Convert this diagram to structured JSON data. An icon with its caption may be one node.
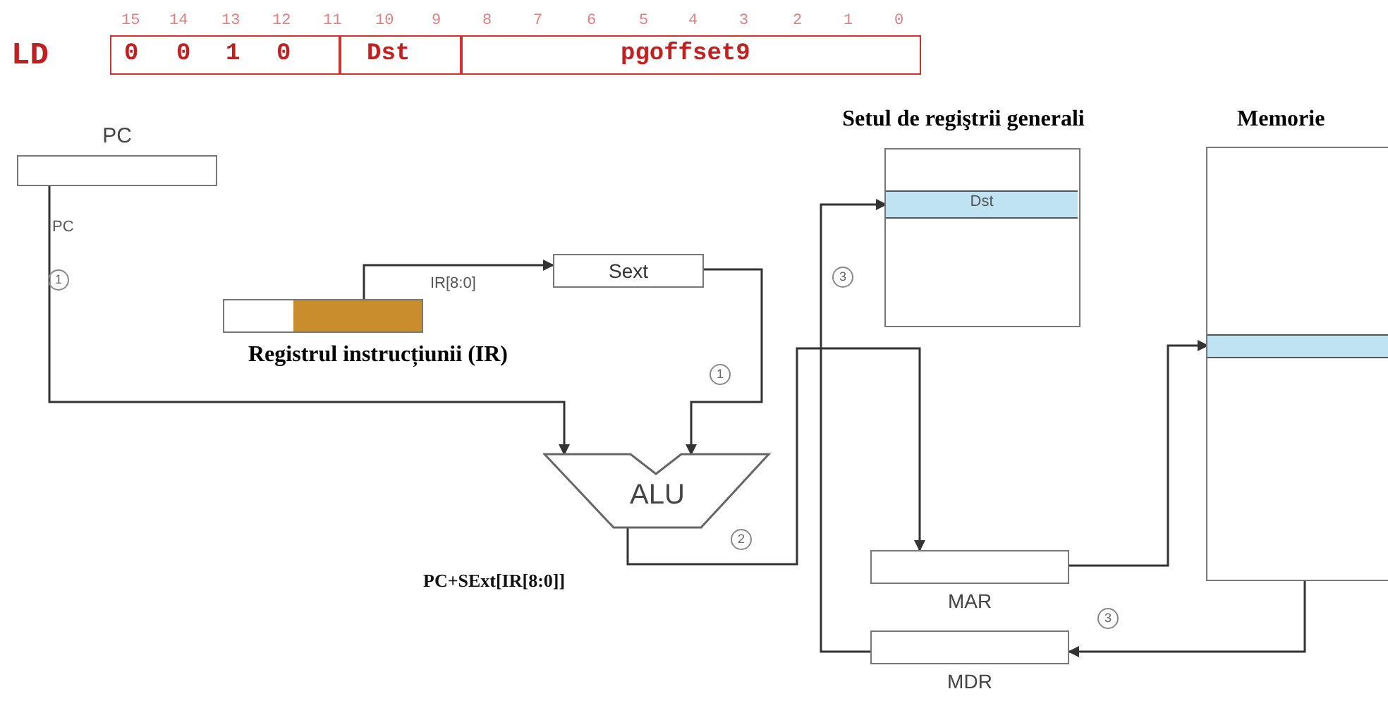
{
  "diagram": {
    "nodes": [
      {
        "text": [
          "PC"
        ]
      },
      {
        "text": [
          "Registrul instrucțiunii (IR)"
        ]
      },
      {
        "text": [
          "Sext"
        ]
      },
      {
        "text": [
          "ALU"
        ]
      },
      {
        "text": [
          "Setul de regiştrii generali"
        ]
      },
      {
        "text": [
          "Dst"
        ],
        "in": 4
      },
      {
        "text": [
          "Memorie"
        ]
      },
      {
        "text": [],
        "shape": "bar",
        "in": 6
      },
      {
        "text": [
          "MAR"
        ]
      },
      {
        "text": [
          "MDR"
        ]
      }
    ],
    "edges": [
      {
        "from": 0,
        "to": 3,
        "arrow": "to",
        "label": "PC"
      },
      {
        "from": 1,
        "to": 2,
        "arrow": "to",
        "label": "IR[8:0]"
      },
      {
        "from": 2,
        "to": 3,
        "arrow": "to"
      },
      {
        "from": 3,
        "to": 8,
        "arrow": "to",
        "label": "PC+SExt[IR[8:0]]"
      },
      {
        "from": 8,
        "to": 7,
        "arrow": "to"
      },
      {
        "from": 7,
        "to": 9,
        "arrow": "to"
      },
      {
        "from": 9,
        "to": 5,
        "arrow": "to"
      }
    ],
    "labels": [
      "15",
      "14",
      "13",
      "12",
      "11",
      "10",
      "9",
      "8",
      "7",
      "6",
      "5",
      "4",
      "3",
      "2",
      "1",
      "0",
      "LD",
      "0",
      "0",
      "1",
      "0",
      "Dst",
      "pgoffset9",
      "1",
      "3",
      "1",
      "2",
      "3"
    ]
  }
}
